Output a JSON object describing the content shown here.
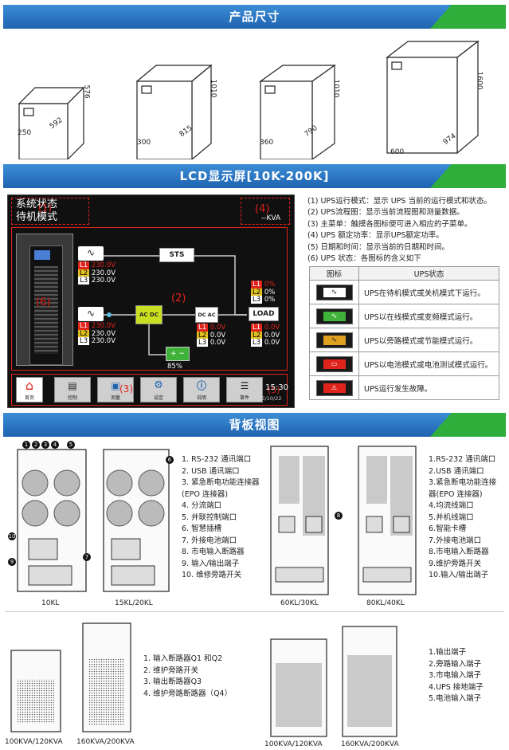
{
  "banners": {
    "size": "产品尺寸",
    "lcd": "LCD显示屏[10K-200K]",
    "back": "背板视图"
  },
  "dims": [
    {
      "w": "250",
      "d": "592",
      "h": "576"
    },
    {
      "w": "300",
      "d": "815",
      "h": "1010"
    },
    {
      "w": "360",
      "d": "790",
      "h": "1010"
    },
    {
      "w": "600",
      "d": "974",
      "h": "1600"
    }
  ],
  "lcd": {
    "status": "系统状态",
    "mode": "待机模式",
    "m1": "(1)",
    "m4": "(4)",
    "kva": "--KVA",
    "m6": "(6)",
    "m2": "(2)",
    "sts": "STS",
    "load": "LOAD",
    "acdc": "AC DC",
    "dcac": "DC AC",
    "bypass": [
      {
        "l": "L1",
        "v": "230.0V"
      },
      {
        "l": "L2",
        "v": "230.0V"
      },
      {
        "l": "L3",
        "v": "230.0V"
      }
    ],
    "input": [
      {
        "l": "L1",
        "v": "230.0V"
      },
      {
        "l": "L2",
        "v": "230.0V"
      },
      {
        "l": "L3",
        "v": "230.0V"
      }
    ],
    "outpct": [
      {
        "l": "L1",
        "v": "0%"
      },
      {
        "l": "L2",
        "v": "0%"
      },
      {
        "l": "L3",
        "v": "0%"
      }
    ],
    "invv": [
      {
        "l": "L1",
        "v": "0.0V"
      },
      {
        "l": "L2",
        "v": "0.0V"
      },
      {
        "l": "L3",
        "v": "0.0V"
      }
    ],
    "outv": [
      {
        "l": "L1",
        "v": "0.0V"
      },
      {
        "l": "L2",
        "v": "0.0V"
      },
      {
        "l": "L3",
        "v": "0.0V"
      }
    ],
    "battery": "85%",
    "menu": [
      "首页",
      "控制",
      "测量",
      "设定",
      "说明",
      "事件"
    ],
    "m3": "(3)",
    "m5": "(5)",
    "time": "15:30",
    "date": "2015/10/22"
  },
  "desc": [
    "(1) UPS运行模式：显示 UPS 当前的运行模式和状态。",
    "(2) UPS流程图：显示当前流程图和测量数据。",
    "(3) 主菜单：触摸各图标便可进入相应的子菜单。",
    "(4) UPS 额定功率：显示UPS额定功率。",
    "(5) 日期和时间：显示当前的日期和时间。",
    "(6) UPS 状态：各图标的含义如下"
  ],
  "icon_table": {
    "h1": "图标",
    "h2": "UPS状态",
    "rows": [
      {
        "color": "#ffffff",
        "text": "UPS在待机模式或关机模式下运行。"
      },
      {
        "color": "#3fb23a",
        "text": "UPS以在线模式或变频模式运行。"
      },
      {
        "color": "#e0a020",
        "text": "UPS以旁路模式或节能模式运行。"
      },
      {
        "color": "#e0241b",
        "text": "UPS以电池模式或电池测试模式运行。"
      },
      {
        "color": "#e0241b",
        "text": "UPS运行发生故障。"
      }
    ]
  },
  "list1": [
    "1. RS-232 通讯端口",
    "2. USB 通讯端口",
    "3. 紧急断电功能连接器",
    "    (EPO 连接器)",
    "4. 分流端口",
    "5. 并联控制端口",
    "6. 智慧插槽",
    "7. 外接电池端口",
    "8. 市电输入断路器",
    "9. 输入/输出端子",
    "10. 维修旁路开关"
  ],
  "list2": [
    "1.RS-232 通讯端口",
    "2.USB 通讯端口",
    "3.紧急断电功能连接",
    "   器(EPO 连接器)",
    "4.均流线端口",
    "5.并机线端口",
    "6.智能卡槽",
    "7.外接电池端口",
    "8.市电输入断路器",
    "9.维护旁路开关",
    "10.输入/输出端子"
  ],
  "list3": [
    "1. 输入断路器Q1 和Q2",
    "2. 维护旁路开关",
    "3. 输出断路器Q3",
    "4. 维护旁路断路器（Q4）"
  ],
  "list4": [
    "1.输出端子",
    "2.旁路输入端子",
    "3.市电输入端子",
    "4.UPS 接地端子",
    "5.电池输入端子"
  ],
  "captions": [
    "10KL",
    "15KL/20KL",
    "60KL/30KL",
    "80KL/40KL",
    "100KVA/120KVA",
    "160KVA/200KVA",
    "100KVA/120KVA",
    "160KVA/200KVA"
  ],
  "callouts": [
    "1",
    "2",
    "3",
    "4",
    "5",
    "6",
    "7",
    "8",
    "9",
    "10"
  ]
}
